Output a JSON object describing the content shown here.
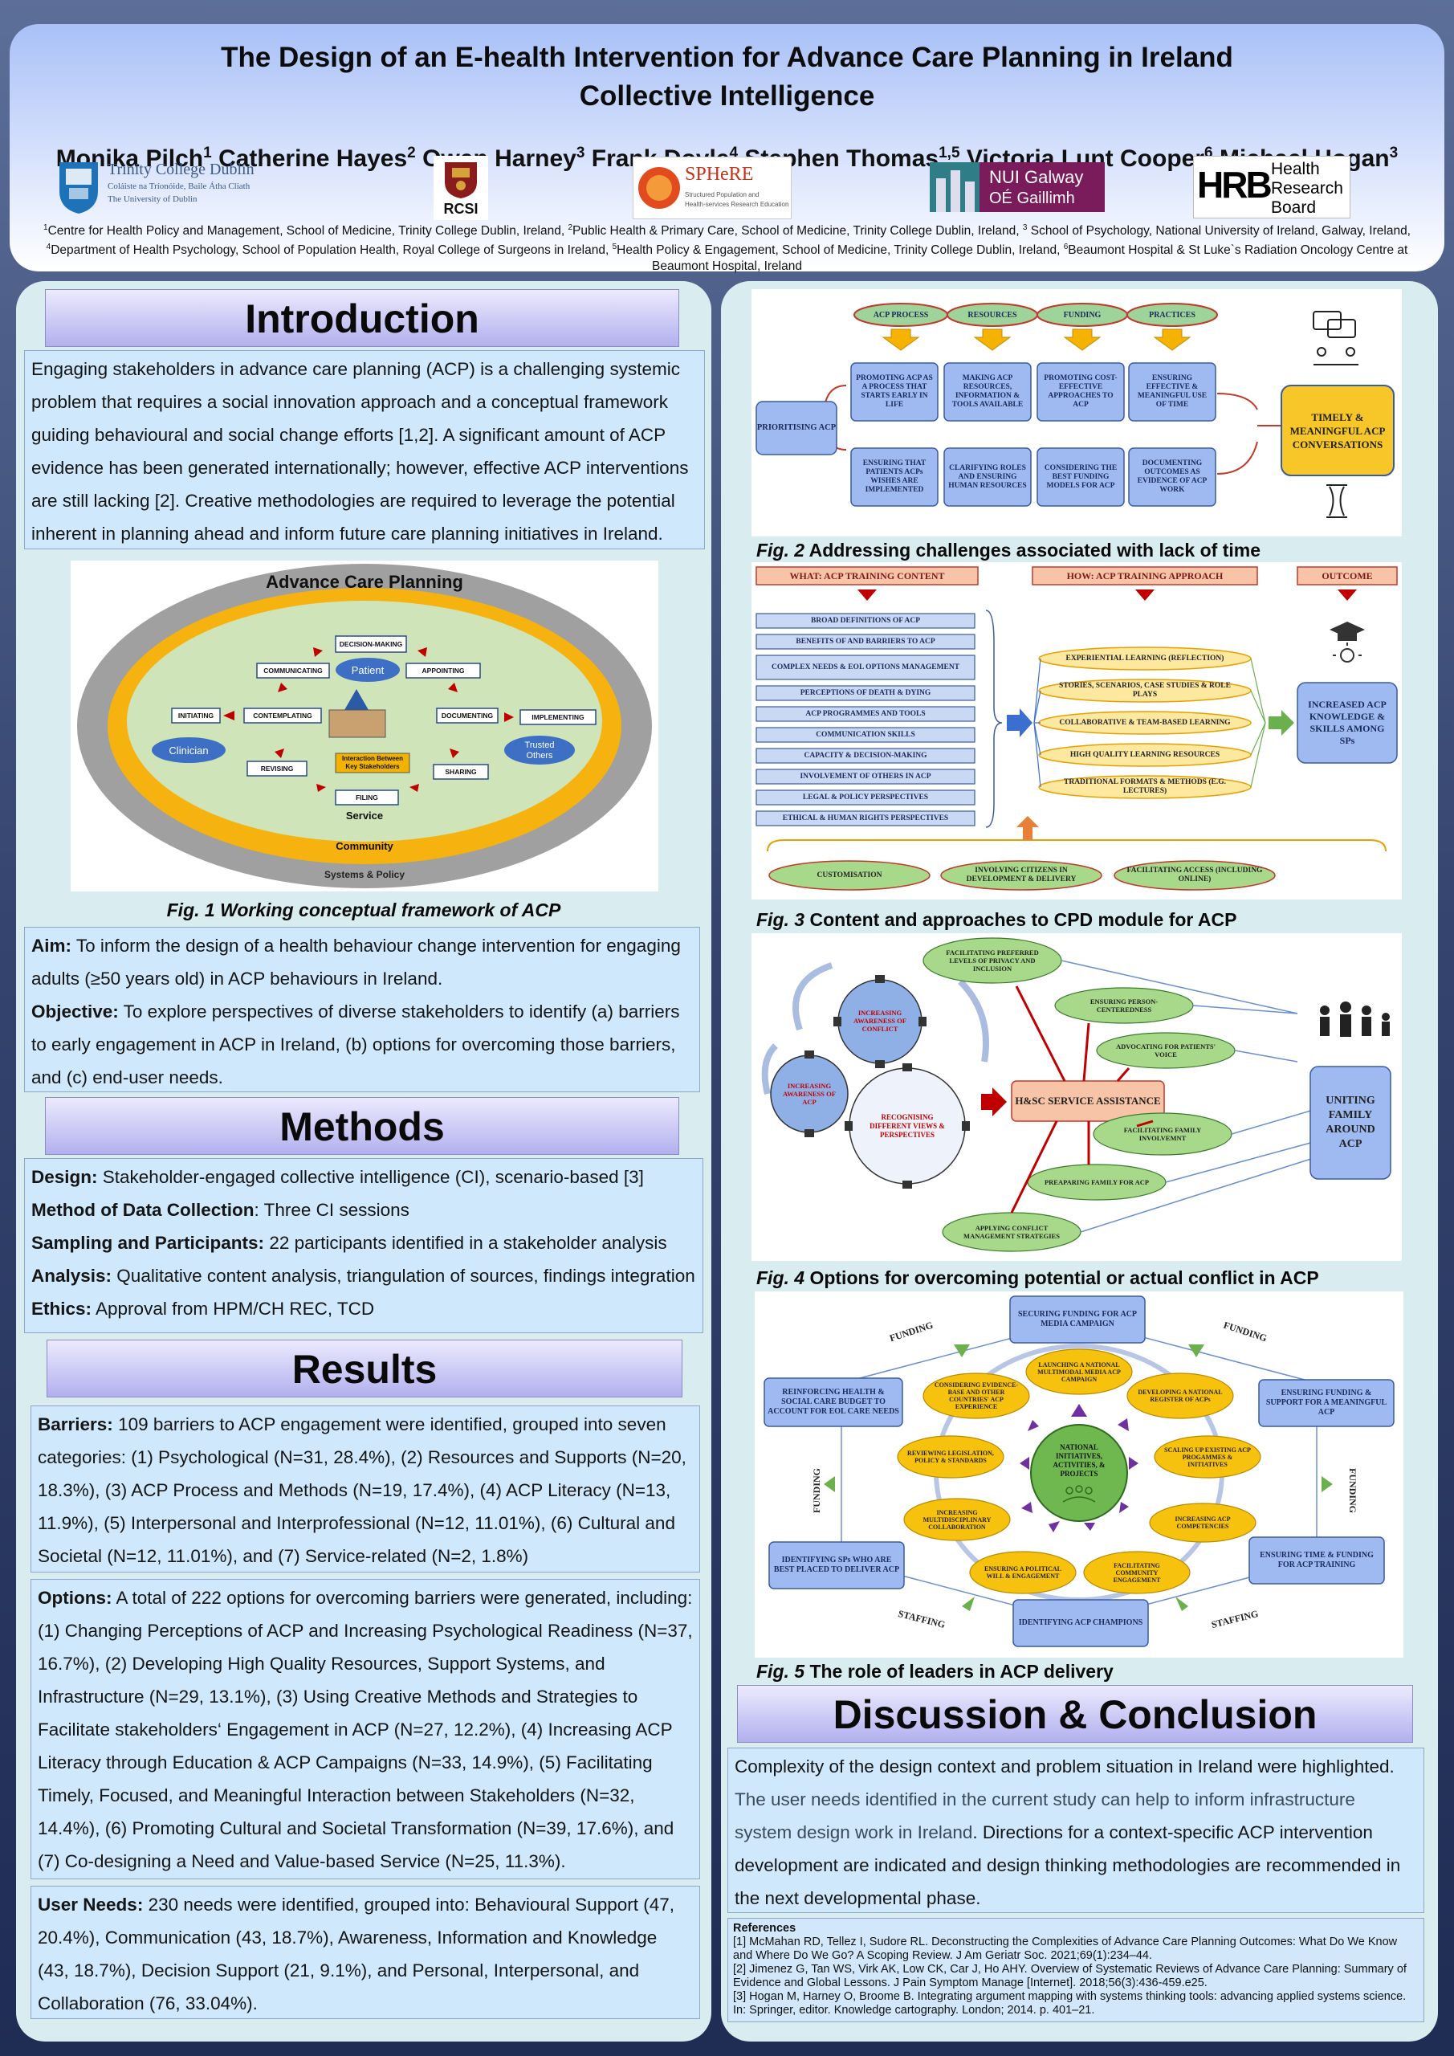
{
  "header": {
    "title_line1": "The Design of an E-health Intervention for Advance Care Planning in Ireland",
    "title_line2": "Collective Intelligence",
    "authors": [
      {
        "name": "Monika Pilch",
        "sup": "1"
      },
      {
        "name": "Catherine Hayes",
        "sup": "2"
      },
      {
        "name": "Owen Harney",
        "sup": "3"
      },
      {
        "name": "Frank Doyle",
        "sup": "4"
      },
      {
        "name": "Stephen Thomas",
        "sup": "1,5"
      },
      {
        "name": "Victoria Lunt Cooper",
        "sup": "6"
      },
      {
        "name": "Michael Hogan",
        "sup": "3"
      }
    ],
    "logos": {
      "tcd_line1": "Trinity College Dublin",
      "tcd_line2": "Coláiste na Tríonóide, Baile Átha Cliath",
      "tcd_line3": "The University of Dublin",
      "rcsi": "RCSI",
      "sphere": "SPHeRE",
      "sphere_sub1": "Structured Population and",
      "sphere_sub2": "Health-services Research Education",
      "nuig_line1": "NUI Galway",
      "nuig_line2": "OÉ Gaillimh",
      "hrb_mark": "HRB",
      "hrb_line1": "Health",
      "hrb_line2": "Research",
      "hrb_line3": "Board"
    },
    "affiliations": [
      {
        "sup": "1",
        "text": "Centre for Health Policy and Management, School of Medicine, Trinity College Dublin, Ireland,  "
      },
      {
        "sup": "2",
        "text": "Public Health & Primary Care, School of Medicine, Trinity College Dublin, Ireland, "
      },
      {
        "sup": "3",
        "text": " School of Psychology, National University of Ireland, Galway, Ireland, "
      },
      {
        "sup": "4",
        "text": "Department of Health Psychology, School of Population Health, Royal College of Surgeons in Ireland, "
      },
      {
        "sup": "5",
        "text": "Health Policy & Engagement, School of Medicine, Trinity College Dublin, Ireland, "
      },
      {
        "sup": "6",
        "text": "Beaumont Hospital & St Luke`s Radiation Oncology Centre at Beaumont Hospital, Ireland"
      }
    ]
  },
  "introduction": {
    "heading": "Introduction",
    "body": "Engaging stakeholders in advance care planning (ACP) is a challenging systemic problem that requires a social innovation approach and a conceptual framework guiding behavioural and social change efforts [1,2]. A significant amount of ACP evidence has been generated internationally; however, effective ACP interventions are still lacking [2]. Creative methodologies are required to leverage the potential inherent in planning ahead and inform future care planning initiatives in Ireland.",
    "fig1": {
      "title": "Advance Care Planning",
      "nodes": [
        "DECISION-MAKING",
        "COMMUNICATING",
        "APPOINTING",
        "INITIATING",
        "CONTEMPLATING",
        "DOCUMENTING",
        "IMPLEMENTING",
        "REVISING",
        "SHARING",
        "FILING"
      ],
      "patient": "Patient",
      "clinician": "Clinician",
      "trusted": "Trusted Others",
      "interaction": "Interaction Between Key Stakeholders",
      "service": "Service",
      "community": "Community",
      "systems": "Systems & Policy"
    },
    "fig1_caption": "Fig. 1 Working conceptual framework of ACP",
    "aim_label": "Aim:",
    "aim_text": " To inform the design of a health behaviour change intervention for engaging adults (≥50 years old) in ACP behaviours in Ireland.",
    "objective_label": "Objective:",
    "objective_text": " To explore perspectives of diverse stakeholders to identify (a) barriers to early engagement in ACP in Ireland, (b) options for overcoming those barriers, and (c) end-user needs."
  },
  "methods": {
    "heading": "Methods",
    "items": [
      {
        "label": "Design:",
        "text": " Stakeholder-engaged collective intelligence (CI), scenario-based [3]"
      },
      {
        "label": "Method of Data Collection",
        "text": ": Three CI sessions"
      },
      {
        "label": "Sampling and Participants:",
        "text": " 22 participants identified in a stakeholder analysis"
      },
      {
        "label": "Analysis:",
        "text": " Qualitative content analysis, triangulation of sources, findings integration"
      },
      {
        "label": "Ethics:",
        "text": " Approval from HPM/CH REC, TCD"
      }
    ]
  },
  "results": {
    "heading": "Results",
    "barriers_label": "Barriers:",
    "barriers_text": " 109 barriers to ACP engagement were identified, grouped into seven categories: (1) Psychological (N=31, 28.4%), (2) Resources and Supports (N=20, 18.3%), (3) ACP Process and Methods (N=19, 17.4%), (4) ACP Literacy (N=13, 11.9%), (5) Interpersonal and Interprofessional (N=12, 11.01%), (6) Cultural and Societal (N=12, 11.01%), and (7) Service-related (N=2, 1.8%)",
    "options_label": "Options:",
    "options_text": " A total of 222 options for overcoming barriers were generated, including: (1) Changing Perceptions of ACP and Increasing Psychological Readiness (N=37, 16.7%), (2) Developing High Quality Resources, Support Systems, and Infrastructure (N=29, 13.1%), (3) Using Creative Methods and Strategies to Facilitate stakeholders‘ Engagement in ACP (N=27, 12.2%), (4) Increasing ACP Literacy through Education & ACP Campaigns (N=33, 14.9%), (5) Facilitating Timely, Focused, and Meaningful Interaction between Stakeholders (N=32, 14.4%), (6) Promoting Cultural and Societal Transformation (N=39, 17.6%), and (7) Co-designing a Need and Value-based Service (N=25, 11.3%).",
    "needs_label": "User Needs:",
    "needs_text": " 230 needs were identified, grouped into: Behavioural Support (47, 20.4%), Communication (43, 18.7%), Awareness, Information and Knowledge (43, 18.7%), Decision Support (21, 9.1%), and Personal, Interpersonal, and Collaboration (76, 33.04%)."
  },
  "fig2": {
    "top_labels": [
      "ACP PROCESS",
      "RESOURCES",
      "FUNDING",
      "PRACTICES"
    ],
    "prioritising": "PRIORITISING ACP",
    "row1": [
      "PROMOTING ACP AS A PROCESS THAT STARTS EARLY IN LIFE",
      "MAKING ACP RESOURCES, INFORMATION & TOOLS AVAILABLE",
      "PROMOTING COST-EFFECTIVE APPROACHES TO ACP",
      "ENSURING EFFECTIVE & MEANINGFUL USE OF TIME"
    ],
    "row2": [
      "ENSURING THAT PATIENTS ACPs WISHES ARE IMPLEMENTED",
      "CLARIFYING ROLES AND ENSURING HUMAN RESOURCES",
      "CONSIDERING THE BEST FUNDING MODELS FOR ACP",
      "DOCUMENTING OUTCOMES AS EVIDENCE OF ACP WORK"
    ],
    "outcome": "TIMELY & MEANINGFUL ACP CONVERSATIONS",
    "caption_prefix": "Fig. 2",
    "caption": " Addressing challenges associated with lack of time"
  },
  "fig3": {
    "head_what": "WHAT: ACP TRAINING CONTENT",
    "head_how": "HOW: ACP TRAINING APPROACH",
    "head_outcome": "OUTCOME",
    "content": [
      "BROAD DEFINITIONS OF ACP",
      "BENEFITS OF AND BARRIERS TO ACP",
      "COMPLEX NEEDS & EOL OPTIONS MANAGEMENT",
      "PERCEPTIONS OF DEATH & DYING",
      "ACP PROGRAMMES AND TOOLS",
      "COMMUNICATION SKILLS",
      "CAPACITY & DECISION-MAKING",
      "INVOLVEMENT OF OTHERS IN ACP",
      "LEGAL & POLICY PERSPECTIVES",
      "ETHICAL & HUMAN RIGHTS PERSPECTIVES"
    ],
    "approach": [
      "EXPERIENTIAL LEARNING (REFLECTION)",
      "STORIES, SCENARIOS, CASE STUDIES & ROLE PLAYS",
      "COLLABORATIVE & TEAM-BASED LEARNING",
      "HIGH QUALITY LEARNING RESOURCES",
      "TRADITIONAL FORMATS & METHODS (E.G. LECTURES)"
    ],
    "outcome": "INCREASED ACP KNOWLEDGE & SKILLS AMONG SPs",
    "bottom": [
      "CUSTOMISATION",
      "INVOLVING CITIZENS IN DEVELOPMENT & DELIVERY",
      "FACILITATING ACCESS (INCLUDING ONLINE)"
    ],
    "caption_prefix": "Fig. 3",
    "caption": " Content and approaches to CPD module for ACP"
  },
  "fig4": {
    "gears": [
      "INCREASING AWARENESS OF CONFLICT",
      "INCREASING AWARENESS OF ACP",
      "RECOGNISING DIFFERENT VIEWS & PERSPECTIVES"
    ],
    "center": "H&SC SERVICE ASSISTANCE",
    "ovals": [
      "FACILITATING PREFERRED LEVELS OF PRIVACY AND INCLUSION",
      "ENSURING PERSON-CENTEREDNESS",
      "ADVOCATING FOR PATIENTS' VOICE",
      "FACILITATING FAMILY INVOLVEMNT",
      "PREAPARING FAMILY FOR ACP",
      "APPLYING CONFLICT MANAGEMENT STRATEGIES"
    ],
    "outcome": "UNITING FAMILY AROUND ACP",
    "caption_prefix": "Fig. 4",
    "caption": " Options for overcoming potential or actual conflict in ACP"
  },
  "fig5": {
    "center": "NATIONAL INITIATIVES, ACTIVITIES, & PROJECTS",
    "outer": [
      "SECURING FUNDING FOR ACP MEDIA CAMPAIGN",
      "ENSURING FUNDING & SUPPORT FOR A MEANINGFUL ACP",
      "ENSURING TIME & FUNDING FOR ACP TRAINING",
      "IDENTIFYING ACP CHAMPIONS",
      "IDENTIFYING SPs WHO ARE BEST PLACED TO DELIVER ACP",
      "REINFORCING HEALTH & SOCIAL CARE BUDGET TO ACCOUNT FOR EOL CARE NEEDS"
    ],
    "inner": [
      "LAUNCHING A NATIONAL MULTIMODAL MEDIA ACP CAMPAIGN",
      "DEVELOPING A NATIONAL REGISTER OF ACPs",
      "SCALING UP EXISTING ACP PROGAMMES & INITIATIVES",
      "INCREASING ACP COMPETENCIES",
      "FACILITATING COMMUNITY ENGAGEMENT",
      "ENSURING A POLITICAL WILL & ENGAGEMENT",
      "INCREASING MULTIDISCIPLINARY COLLABORATION",
      "REVIEWING LEGISLATION, POLICY & STANDARDS",
      "CONSIDERING EVIDENCE-BASE AND OTHER COUNTRIES' ACP EXPERIENCE"
    ],
    "edge_labels": [
      "FUNDING",
      "FUNDING",
      "FUNDING",
      "FUNDING",
      "STAFFING",
      "STAFFING"
    ],
    "caption_prefix": "Fig. 5",
    "caption": " The role of leaders in ACP delivery"
  },
  "discussion": {
    "heading": "Discussion & Conclusion",
    "body_a": "Complexity of the design context and problem situation in Ireland were highlighted. ",
    "body_b": "The user needs identified in the current study can help to inform infrastructure system design work in Ireland",
    "body_c": ". Directions for a context-specific ACP intervention development are indicated and design thinking methodologies are recommended in the next developmental phase."
  },
  "references": {
    "heading": "References",
    "items": [
      "[1] McMahan RD, Tellez I, Sudore RL. Deconstructing the Complexities of Advance Care Planning Outcomes: What Do We Know and Where Do We Go? A Scoping Review. J Am Geriatr Soc. 2021;69(1):234–44.",
      "[2] Jimenez G, Tan WS, Virk AK, Low CK, Car J, Ho AHY. Overview of Systematic Reviews of Advance Care Planning: Summary of Evidence and Global Lessons. J Pain Symptom Manage [Internet]. 2018;56(3):436-459.e25.",
      "[3] Hogan M, Harney O, Broome B. Integrating argument mapping with systems thinking tools: advancing applied systems science. In: Springer, editor. Knowledge cartography. London; 2014. p. 401–21."
    ]
  },
  "colors": {
    "header_blue": "#a9c1f7",
    "column_bg": "#d9ecef",
    "textbox_bg": "#cfe8fb",
    "section_head": "#b2b0ee",
    "fig_blue_box": "#9bb7e8",
    "fig_yellow": "#f5c21a",
    "fig_green": "#9fce84",
    "fig_red_arrow": "#c00000",
    "fig_peach": "#f7c4a8"
  }
}
